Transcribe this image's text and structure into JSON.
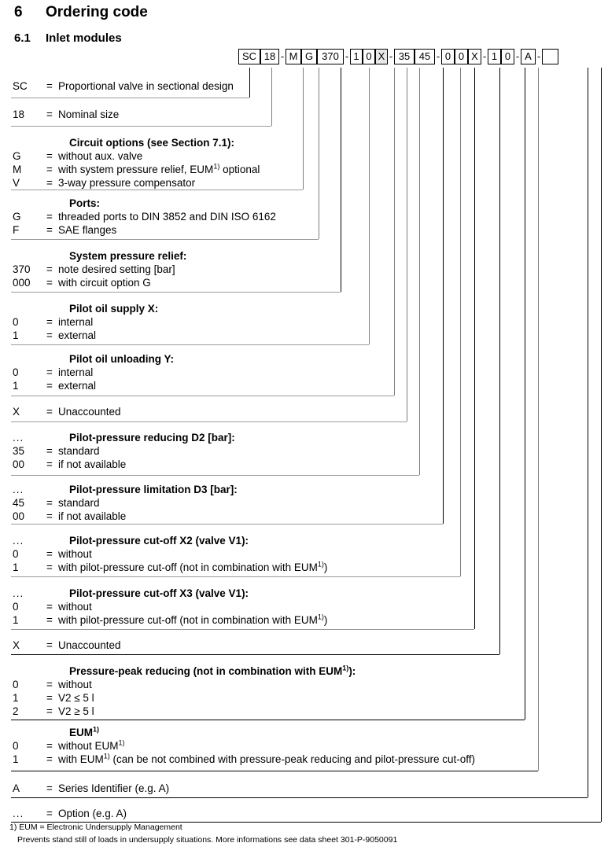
{
  "document": {
    "section_number": "6",
    "section_title": "Ordering code",
    "subsection_number": "6.1",
    "subsection_title": "Inlet modules"
  },
  "ordering_code": {
    "cells": [
      {
        "value": "SC",
        "shaded": false
      },
      {
        "value": "18",
        "shaded": false
      },
      {
        "value": "-",
        "separator": true
      },
      {
        "value": "M",
        "shaded": false
      },
      {
        "value": "G",
        "shaded": false
      },
      {
        "value": "370",
        "shaded": false
      },
      {
        "value": "-",
        "separator": true
      },
      {
        "value": "1",
        "shaded": false
      },
      {
        "value": "0",
        "shaded": false
      },
      {
        "value": "X",
        "shaded": true
      },
      {
        "value": "-",
        "separator": true
      },
      {
        "value": "35",
        "shaded": false
      },
      {
        "value": "45",
        "shaded": false
      },
      {
        "value": "-",
        "separator": true
      },
      {
        "value": "0",
        "shaded": false
      },
      {
        "value": "0",
        "shaded": false
      },
      {
        "value": "X",
        "shaded": false
      },
      {
        "value": "-",
        "separator": true
      },
      {
        "value": "1",
        "shaded": false
      },
      {
        "value": "0",
        "shaded": false
      },
      {
        "value": "-",
        "separator": true
      },
      {
        "value": "A",
        "shaded": false
      },
      {
        "value": "-",
        "separator": true
      },
      {
        "value": "",
        "shaded": false
      }
    ]
  },
  "rows": [
    {
      "header": "",
      "entries": [
        {
          "code": "SC",
          "eq": "=",
          "desc": "Proportional valve in sectional design"
        }
      ]
    },
    {
      "header": "",
      "entries": [
        {
          "code": "18",
          "eq": "=",
          "desc": "Nominal size"
        }
      ]
    },
    {
      "header": "Circuit options (see Section 7.1):",
      "entries": [
        {
          "code": "G",
          "eq": "=",
          "desc": "without aux. valve"
        },
        {
          "code": "M",
          "eq": "=",
          "desc": "with system pressure relief, EUM<sup>1)</sup> optional"
        },
        {
          "code": "V",
          "eq": "=",
          "desc": "3-way pressure compensator"
        }
      ]
    },
    {
      "header": "Ports:",
      "entries": [
        {
          "code": "G",
          "eq": "=",
          "desc": "threaded ports to DIN 3852 and DIN ISO 6162"
        },
        {
          "code": "F",
          "eq": "=",
          "desc": "SAE flanges"
        }
      ]
    },
    {
      "header": "System pressure relief:",
      "entries": [
        {
          "code": "370",
          "eq": "=",
          "desc": "note desired setting [bar]"
        },
        {
          "code": "000",
          "eq": "=",
          "desc": "with circuit option G"
        }
      ]
    },
    {
      "header": "Pilot oil supply X:",
      "entries": [
        {
          "code": "0",
          "eq": "=",
          "desc": "internal"
        },
        {
          "code": "1",
          "eq": "=",
          "desc": "external"
        }
      ]
    },
    {
      "header": "Pilot oil unloading Y:",
      "entries": [
        {
          "code": "0",
          "eq": "=",
          "desc": "internal"
        },
        {
          "code": "1",
          "eq": "=",
          "desc": "external"
        }
      ]
    },
    {
      "header": "",
      "entries": [
        {
          "code": "X",
          "eq": "=",
          "desc": "Unaccounted"
        }
      ]
    },
    {
      "header": "Pilot-pressure reducing D2 [bar]:",
      "header_code": "...",
      "entries": [
        {
          "code": "35",
          "eq": "=",
          "desc": "standard"
        },
        {
          "code": "00",
          "eq": "=",
          "desc": "if not available"
        }
      ]
    },
    {
      "header": "Pilot-pressure limitation D3 [bar]:",
      "header_code": "...",
      "entries": [
        {
          "code": "45",
          "eq": "=",
          "desc": "standard"
        },
        {
          "code": "00",
          "eq": "=",
          "desc": "if not available"
        }
      ]
    },
    {
      "header": "Pilot-pressure cut-off X2 (valve V1):",
      "header_code": "...",
      "entries": [
        {
          "code": "0",
          "eq": "=",
          "desc": "without"
        },
        {
          "code": "1",
          "eq": "=",
          "desc": "with pilot-pressure cut-off (not in combination with EUM<sup>1)</sup>)"
        }
      ]
    },
    {
      "header": "Pilot-pressure cut-off X3 (valve V1):",
      "header_code": "...",
      "entries": [
        {
          "code": "0",
          "eq": "=",
          "desc": "without"
        },
        {
          "code": "1",
          "eq": "=",
          "desc": "with pilot-pressure cut-off (not in combination with EUM<sup>1)</sup>)"
        }
      ]
    },
    {
      "header": "",
      "entries": [
        {
          "code": "X",
          "eq": "=",
          "desc": "Unaccounted"
        }
      ]
    },
    {
      "header": "Pressure-peak reducing (not in combination with EUM<sup>1)</sup>):",
      "entries": [
        {
          "code": "0",
          "eq": "=",
          "desc": "without"
        },
        {
          "code": "1",
          "eq": "=",
          "desc": "V2 &#8804; 5 l"
        },
        {
          "code": "2",
          "eq": "=",
          "desc": "V2 &#8805; 5 l"
        }
      ]
    },
    {
      "header": "EUM<sup>1)</sup>",
      "entries": [
        {
          "code": "0",
          "eq": "=",
          "desc": "without EUM<sup>1)</sup>"
        },
        {
          "code": "1",
          "eq": "=",
          "desc": "with EUM<sup>1)</sup> (can be not combined with pressure-peak reducing and pilot-pressure cut-off)"
        }
      ]
    },
    {
      "header": "",
      "entries": [
        {
          "code": "A",
          "eq": "=",
          "desc": "Series Identifier (e.g. A)"
        }
      ]
    },
    {
      "header": "",
      "entries": [
        {
          "code": "...",
          "eq": "=",
          "desc": "Option (e.g. A)"
        }
      ]
    }
  ],
  "footnotes": [
    "1) EUM = Electronic Undersupply Management",
    "Prevents stand still of loads in undersupply situations. More informations see data sheet 301-P-9050091"
  ],
  "colors": {
    "text": "#000000",
    "rule": "#9a9a9a",
    "shaded_cell": "#e8e8e8",
    "background": "#ffffff"
  }
}
